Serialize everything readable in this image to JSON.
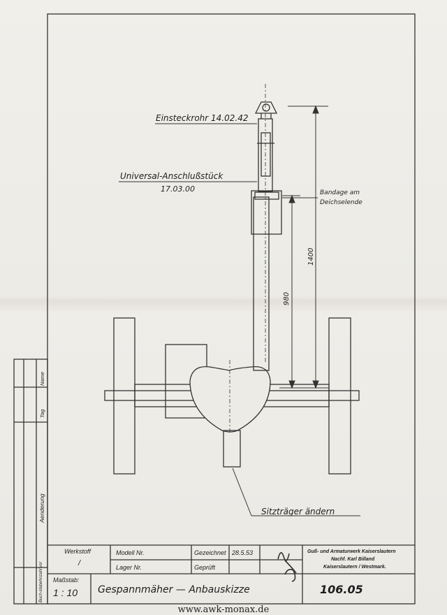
{
  "annotations": {
    "einsteckrohr": "Einsteckrohr 14.02.42",
    "universal_line1": "Universal-Anschlußstück",
    "universal_line2": "17.03.00",
    "bandage_line1": "Bandage am",
    "bandage_line2": "Deichselende",
    "dim_1400": "1400",
    "dim_980": "980",
    "sitztraeger": "Sitzträger ändern"
  },
  "side_table": {
    "name": "Name",
    "tag": "Tag",
    "aenderung": "Aenderung",
    "buchstabe": "Buch-stabe",
    "anzahl": "Anzahl vor"
  },
  "title_block": {
    "werkstoff_label": "Werkstoff",
    "werkstoff_value": "/",
    "modell_label": "Modell Nr.",
    "lager_label": "Lager Nr.",
    "gezeichnet_label": "Gezeichnet",
    "gezeichnet_date": "28.5.53",
    "geprueft_label": "Geprüft",
    "company_line1": "Guß- und Armaturwerk Kaiserslautern",
    "company_line2": "Nachf. Karl Billand",
    "company_line3": "Kaiserslautern / Westmark.",
    "massstab_label": "Maßstab:",
    "massstab_value": "1 : 10",
    "title": "Gespannmäher — Anbauskizze",
    "drawing_number": "106.05"
  },
  "watermark": "www.awk-monax.de"
}
